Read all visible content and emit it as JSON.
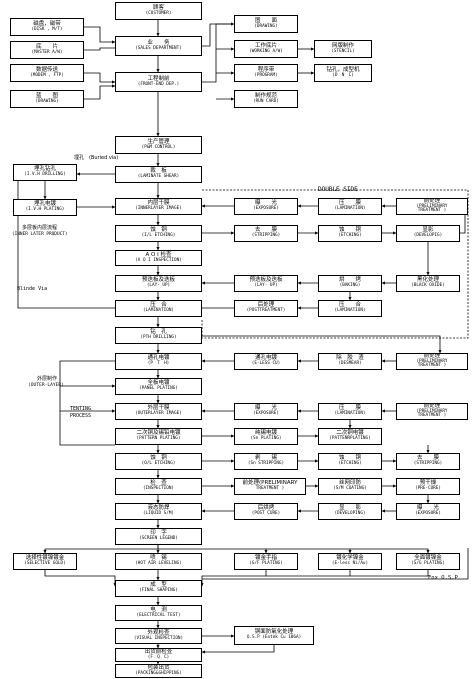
{
  "nodes": {
    "customer": {
      "zh": "顾客",
      "en": "(CUSTOMER)"
    },
    "sales": {
      "zh": "业　　务",
      "en": "(SALES DEPARTMENT)"
    },
    "frontend": {
      "zh": "工程制前",
      "en": "(FRONT-END DEP.)"
    },
    "pmc": {
      "zh": "生产管理",
      "en": "(P&M CONTROL)"
    },
    "shear": {
      "zh": "裁　板",
      "en": "(LAMINATE SHEAR)"
    },
    "inner_image": {
      "zh": "内层干膜",
      "en": "(INNERLAYER IMAGE)"
    },
    "il_etch": {
      "zh": "蚀　铜",
      "en": "(I/L ETCHING)"
    },
    "aoi": {
      "zh": "A O I 检查",
      "en": "(A O I INSPECTION)"
    },
    "layup": {
      "zh": "预迭板及迭板",
      "en": "(LAY- UP)"
    },
    "lamination": {
      "zh": "压　合",
      "en": "(LAMINATION)"
    },
    "drilling": {
      "zh": "钻　孔",
      "en": "(PTH DRILLING)"
    },
    "pth": {
      "zh": "通孔电镀",
      "en": "(P　T　H)"
    },
    "panel_plating": {
      "zh": "全板电镀",
      "en": "(PANEL PLATING)"
    },
    "outer_image": {
      "zh": "外层干膜",
      "en": "(OUTERLAYER IMAGE)"
    },
    "pattern_plating": {
      "zh": "二次铜及锡铅电镀",
      "en": "(PATTERN PLATING)"
    },
    "ol_etch": {
      "zh": "蚀　铜",
      "en": "(O/L ETCHING)"
    },
    "inspection": {
      "zh": "检　查",
      "en": "(INSPECTION)"
    },
    "liquid_sm": {
      "zh": "液态防焊",
      "en": "(LIQUID S/M)"
    },
    "legend": {
      "zh": "印　字",
      "en": "(SCREEN LEGEND)"
    },
    "hal": {
      "zh": "喷　锡",
      "en": "(HOT AIR LEVELING)"
    },
    "shaping": {
      "zh": "成　型",
      "en": "(FINAL SHAPING)"
    },
    "etest": {
      "zh": "电　测",
      "en": "(ELECTRICAL TEST)"
    },
    "visual": {
      "zh": "外观检查",
      "en": "(VISUAL INSPECTION)"
    },
    "fqc": {
      "zh": "出货前检查",
      "en": "(F　Q　C)"
    },
    "packing": {
      "zh": "包装出货",
      "en": "(PACKING&SHIPPING)"
    },
    "disk": {
      "zh": "磁盘，磁带",
      "en": "(DISK , M/T)"
    },
    "master": {
      "zh": "底　　片",
      "en": "(MASTER A/W)"
    },
    "modem": {
      "zh": "数据传送",
      "en": "(MODEM , FTP)"
    },
    "drawing_l": {
      "zh": "蓝　　图",
      "en": "(DRAWING)"
    },
    "drawing_r": {
      "zh": "图　　面",
      "en": "(DRAWING)"
    },
    "working_aw": {
      "zh": "工作底片",
      "en": "(WORKING A/W)"
    },
    "stencil": {
      "zh": "网版制作",
      "en": "(STENCIL)"
    },
    "program": {
      "zh": "程序带",
      "en": "(PROGRAM)"
    },
    "dnc": {
      "zh": "钻孔，成型机",
      "en": "(D　N　C)"
    },
    "run_card": {
      "zh": "制作规范",
      "en": "(RUN CARD)"
    },
    "ivh_drill": {
      "zh": "埋孔钻孔",
      "en": "(I.V.H DRILLING)"
    },
    "ivh_plating": {
      "zh": "埋孔电镀",
      "en": "(I.V.H PLATING)"
    },
    "exposure1": {
      "zh": "曝　　光",
      "en": "(EXPOSURE)"
    },
    "lamination1": {
      "zh": "压　　膜",
      "en": "(LAMINATION)"
    },
    "pretreat1": {
      "zh": "前处理",
      "en": "(PRELIMINARY"
    },
    "stripping1": {
      "zh": "去　　膜",
      "en": "(STRIPPING)"
    },
    "etching1": {
      "zh": "蚀　　铜",
      "en": "(ETCHING)"
    },
    "develop1": {
      "zh": "显影",
      "en": "(DEVELOPIG)"
    },
    "baking": {
      "zh": "烘　　烤",
      "en": "(BAKING)"
    },
    "black_oxide": {
      "zh": "黑化处理",
      "en": "(BLACK OXIDE)"
    },
    "layup_pre": {
      "zh": "预迭板及迭板",
      "en": "(LAY- UP)"
    },
    "posttreat": {
      "zh": "后处理",
      "en": "(POSTTREATMENT)"
    },
    "lam_press": {
      "zh": "压　　合",
      "en": "(LAMINATION)"
    },
    "eless_cu": {
      "zh": "通孔电镀",
      "en": "(E-LESS CU)"
    },
    "desmear": {
      "zh": "除　胶　渣",
      "en": "(DESMEAR)"
    },
    "pretreat2": {
      "zh": "前处理",
      "en": "(PRELIMINARY"
    },
    "exposure2": {
      "zh": "曝　　光",
      "en": "(EXPOSURE)"
    },
    "lamination2": {
      "zh": "压　　膜",
      "en": "(LAMINATION)"
    },
    "pretreat3": {
      "zh": "前处理",
      "en": "(PRELIMINARY"
    },
    "sn_plating": {
      "zh": "纯锡电镀",
      "en": "(Sn PLATING)"
    },
    "pattern_cu": {
      "zh": "二次铜电镀",
      "en": "(PATTENRPLATING)"
    },
    "sn_strip": {
      "zh": "剥　　锡",
      "en": "(Sn STRIPPING)"
    },
    "etching2": {
      "zh": "蚀　　铜",
      "en": "(ETCHING)"
    },
    "stripping2": {
      "zh": "去　　膜",
      "en": "(STRIPPING)"
    },
    "pretreat_sm": {
      "zh": "前处理(PRELIMINARY",
      "en": "TREATMENT )"
    },
    "sm_coating": {
      "zh": "丝网印防",
      "en": "(S/M COATING)"
    },
    "precure": {
      "zh": "预干燥",
      "en": "(PRE-CURE)"
    },
    "postcure": {
      "zh": "后烘烤",
      "en": "(POST CURE)"
    },
    "developing": {
      "zh": "显　　影",
      "en": "(DEVELOPING)"
    },
    "exposure3": {
      "zh": "曝　　光",
      "en": "(EXPOSURE)"
    },
    "selective_gold": {
      "zh": "选择性镀镍镀金",
      "en": "(SELECTIVE GOLD)"
    },
    "gf_plating": {
      "zh": "镀金手指",
      "en": "(G/F PLATING)"
    },
    "ni_au": {
      "zh": "镀化学镍金",
      "en": "(E-less Ni/Au)"
    },
    "sg_plating": {
      "zh": "全面镀镍金",
      "en": "(S/G PLATING)"
    },
    "osp": {
      "zh": "铜面防氧化处理",
      "en": "O.S.P (Entek Cu 106A)"
    }
  },
  "labels": {
    "buried_via": "埋孔　(Buried via)",
    "double_side": "DOUBLE SIDE",
    "multilayer_zh": "多层板内层流程",
    "inner_layer_product": "(INNER LATER PRODUCT)",
    "blinde_via": "Blinde Via",
    "outer_zh": "外层制作",
    "outer_en": "(OUTER-LAYER)",
    "tenting": "TENTING",
    "process": "PROCESS",
    "fox_osp": "Fox O.S.P",
    "treatment": "TREATMENT )"
  }
}
